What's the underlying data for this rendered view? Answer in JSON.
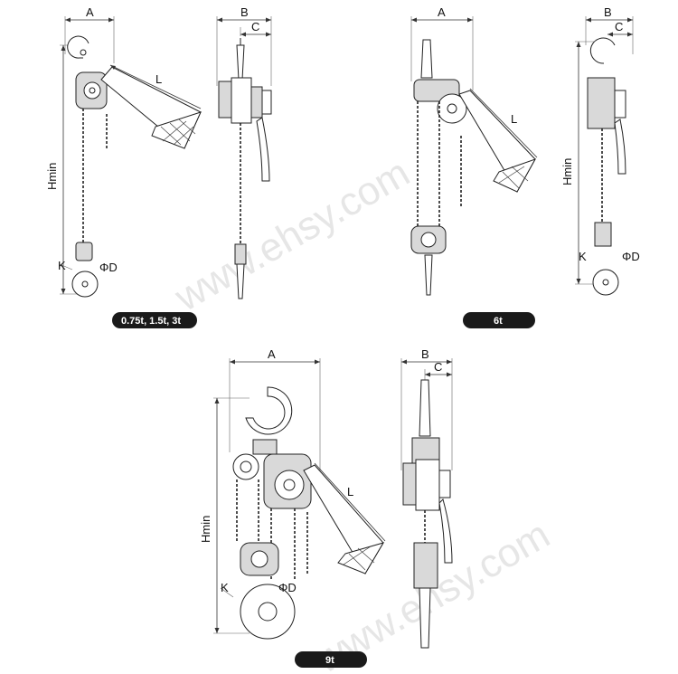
{
  "labels": {
    "A": "A",
    "B": "B",
    "C": "C",
    "L": "L",
    "Hmin": "Hmin",
    "K": "K",
    "D": "ΦD"
  },
  "captions": {
    "small_models": "0.75t, 1.5t, 3t",
    "mid_model": "6t",
    "large_model": "9t"
  },
  "watermark": "www.ehsy.com",
  "colors": {
    "pill_bg": "#1a1a1a",
    "line": "#222222",
    "watermark": "#e6e6e6"
  }
}
